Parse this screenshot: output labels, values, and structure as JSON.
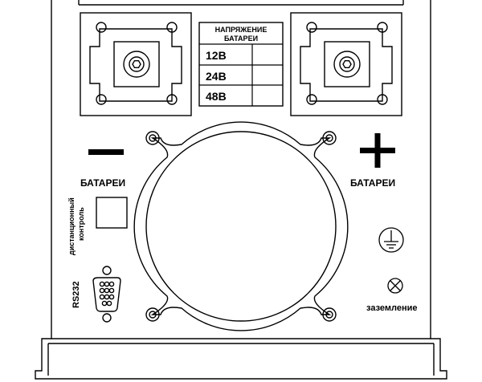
{
  "voltage_table": {
    "header_line1": "НАПРЯЖЕНИЕ",
    "header_line2": "БАТАРЕИ",
    "rows": [
      "12В",
      "24В",
      "48В"
    ]
  },
  "battery_negative": {
    "symbol": "−",
    "label": "БАТАРЕИ"
  },
  "battery_positive": {
    "symbol": "+",
    "label": "БАТАРЕИ"
  },
  "remote_control": {
    "label_line1": "дистанционный",
    "label_line2": "контроль"
  },
  "rs232": {
    "label": "RS232"
  },
  "ground": {
    "label": "заземление",
    "icon": "ground-symbol-icon"
  },
  "colors": {
    "stroke": "#000000",
    "background": "#ffffff"
  }
}
